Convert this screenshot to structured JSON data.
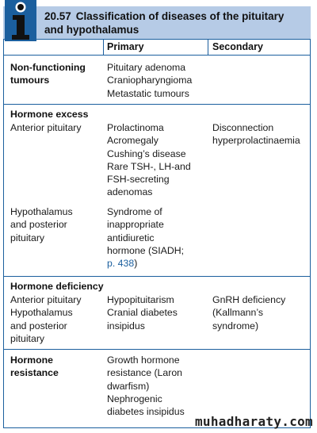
{
  "header": {
    "number": "20.57",
    "title_line1": "Classification of diseases of the pituitary",
    "title_line2": "and hypothalamus",
    "icon": "info-icon"
  },
  "columns": {
    "primary": "Primary",
    "secondary": "Secondary"
  },
  "sections": {
    "nonfunctioning": {
      "label": [
        "Non-functioning",
        "tumours"
      ],
      "primary": [
        "Pituitary adenoma",
        "Craniopharyngioma",
        "Metastatic tumours"
      ]
    },
    "excess": {
      "heading": "Hormone excess",
      "anterior_label": "Anterior pituitary",
      "anterior_primary": [
        "Prolactinoma",
        "Acromegaly",
        "Cushing’s disease",
        "Rare TSH-, LH-and",
        "FSH-secreting",
        "adenomas"
      ],
      "anterior_secondary": [
        "Disconnection",
        "hyperprolactinaemia"
      ],
      "hypo_label": [
        "Hypothalamus",
        "and posterior",
        "pituitary"
      ],
      "hypo_primary": [
        "Syndrome of",
        "inappropriate",
        "antidiuretic",
        "hormone (SIADH;"
      ],
      "hypo_primary_ref": "p. 438",
      "hypo_primary_close": ")"
    },
    "deficiency": {
      "heading": "Hormone deficiency",
      "label": [
        "Anterior pituitary",
        "Hypothalamus",
        "and posterior",
        "pituitary"
      ],
      "primary": [
        "Hypopituitarism",
        "Cranial diabetes",
        "insipidus"
      ],
      "secondary": [
        "GnRH deficiency",
        "(Kallmann’s",
        "syndrome)"
      ]
    },
    "resistance": {
      "label": [
        "Hormone",
        "resistance"
      ],
      "primary": [
        "Growth hormone",
        "resistance (Laron",
        "dwarfism)",
        "Nephrogenic",
        "diabetes insipidus"
      ]
    }
  },
  "watermark": "muhadharaty.com",
  "colors": {
    "header_bg": "#b6cbe6",
    "rule": "#1b5f9e",
    "link": "#1b5f9e"
  }
}
